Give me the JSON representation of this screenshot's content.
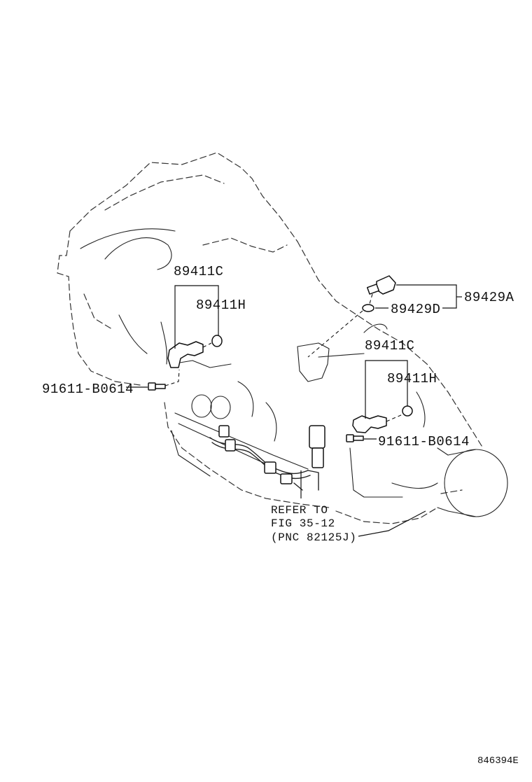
{
  "diagram": {
    "labels": {
      "p89411C_left": "89411C",
      "p89411H_left": "89411H",
      "bolt_left": "91611-B0614",
      "p89429A": "89429A",
      "p89429D": "89429D",
      "p89411C_right": "89411C",
      "p89411H_right": "89411H",
      "bolt_right": "91611-B0614",
      "refer_line1": "REFER TO",
      "refer_line2": "FIG 35-12",
      "refer_line3": "(PNC 82125J)"
    },
    "figure_id": "846394E"
  }
}
